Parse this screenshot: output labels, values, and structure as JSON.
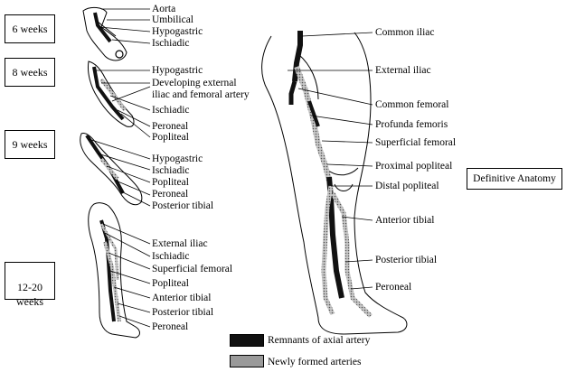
{
  "stages": {
    "s6": "6 weeks",
    "s8": "8 weeks",
    "s9": "9 weeks",
    "s12": "12-20\nweeks"
  },
  "labels6": [
    "Aorta",
    "Umbilical",
    "Hypogastric",
    "Ischiadic"
  ],
  "labels8": [
    "Hypogastric",
    "Developing external",
    "iliac and femoral artery",
    "Ischiadic",
    "Peroneal",
    "Popliteal"
  ],
  "labels9": [
    "Hypogastric",
    "Ischiadic",
    "Popliteal",
    "Peroneal",
    "Posterior tibial"
  ],
  "labels12": [
    "External iliac",
    "Ischiadic",
    "Superficial femoral",
    "Popliteal",
    "Anterior tibial",
    "Posterior tibial",
    "Peroneal"
  ],
  "adult_labels": [
    "Common iliac",
    "External iliac",
    "Common femoral",
    "Profunda femoris",
    "Superficial femoral",
    "Proximal popliteal",
    "Distal popliteal",
    "Anterior tibial",
    "Posterior tibial",
    "Peroneal"
  ],
  "definitive": "Definitive Anatomy",
  "legend": {
    "remnants": "Remnants of axial artery",
    "newly": "Newly formed arteries",
    "remnants_color": "#111111",
    "newly_color": "#9a9a9a"
  }
}
